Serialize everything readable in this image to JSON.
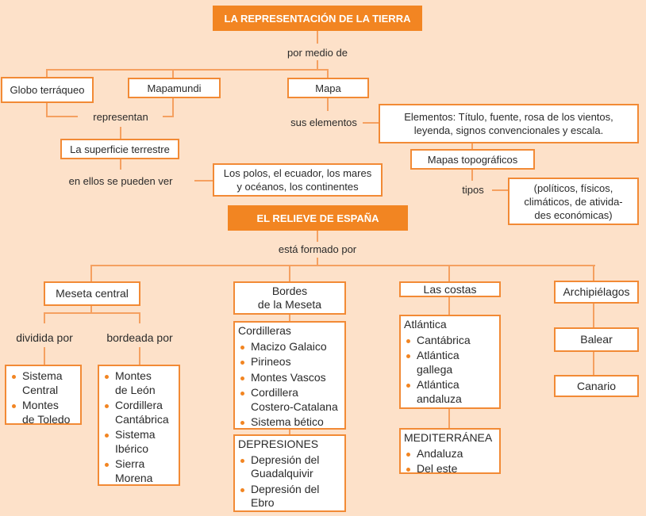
{
  "top": {
    "title": "LA REPRESENTACIÓN DE LA TIERRA",
    "por_medio": "por medio de",
    "globo": "Globo terráqueo",
    "mapamundi": "Mapamundi",
    "mapa": "Mapa",
    "representan": "representan",
    "superficie": "La superficie terrestre",
    "en_ellos": "en ellos se pueden ver",
    "polos": "Los polos, el ecuador, los mares\ny océanos, los continentes",
    "sus_elementos": "sus elementos",
    "elementos": "Elementos: Título, fuente,  rosa de los vientos,\nleyenda, signos convencionales y escala.",
    "topograficos": "Mapas topográficos",
    "tipos": "tipos",
    "tipos_list": "(políticos, físicos,\nclimáticos, de ativida-\ndes económicas)"
  },
  "relieve": {
    "title": "EL RELIEVE DE ESPAÑA",
    "formado": "está formado por",
    "meseta": "Meseta central",
    "dividida": "dividida por",
    "bordeada": "bordeada por",
    "dividida_items": [
      "Sistema\nCentral",
      "Montes\nde Toledo"
    ],
    "bordeada_items": [
      "Montes\nde León",
      "Cordillera\nCantábrica",
      "Sistema\nIbérico",
      "Sierra\nMorena"
    ],
    "bordes": "Bordes\nde la Meseta",
    "cordilleras": {
      "head": "Cordilleras",
      "items": [
        "Macizo Galaico",
        "Pirineos",
        "Montes Vascos",
        "Cordillera\nCostero-Catalana",
        "Sistema bético"
      ]
    },
    "depresiones": {
      "head": "DEPRESIONES",
      "items": [
        "Depresión del\nGuadalquivir",
        "Depresión del\nEbro"
      ]
    },
    "costas": "Las costas",
    "atlantica": {
      "head": "Atlántica",
      "items": [
        "Cantábrica",
        "Atlántica\ngallega",
        "Atlántica\nandaluza"
      ]
    },
    "mediterranea": {
      "head": "MEDITERRÁNEA",
      "items": [
        "Andaluza",
        "Del este"
      ]
    },
    "archipielagos": "Archipiélagos",
    "balear": "Balear",
    "canario": "Canario"
  }
}
